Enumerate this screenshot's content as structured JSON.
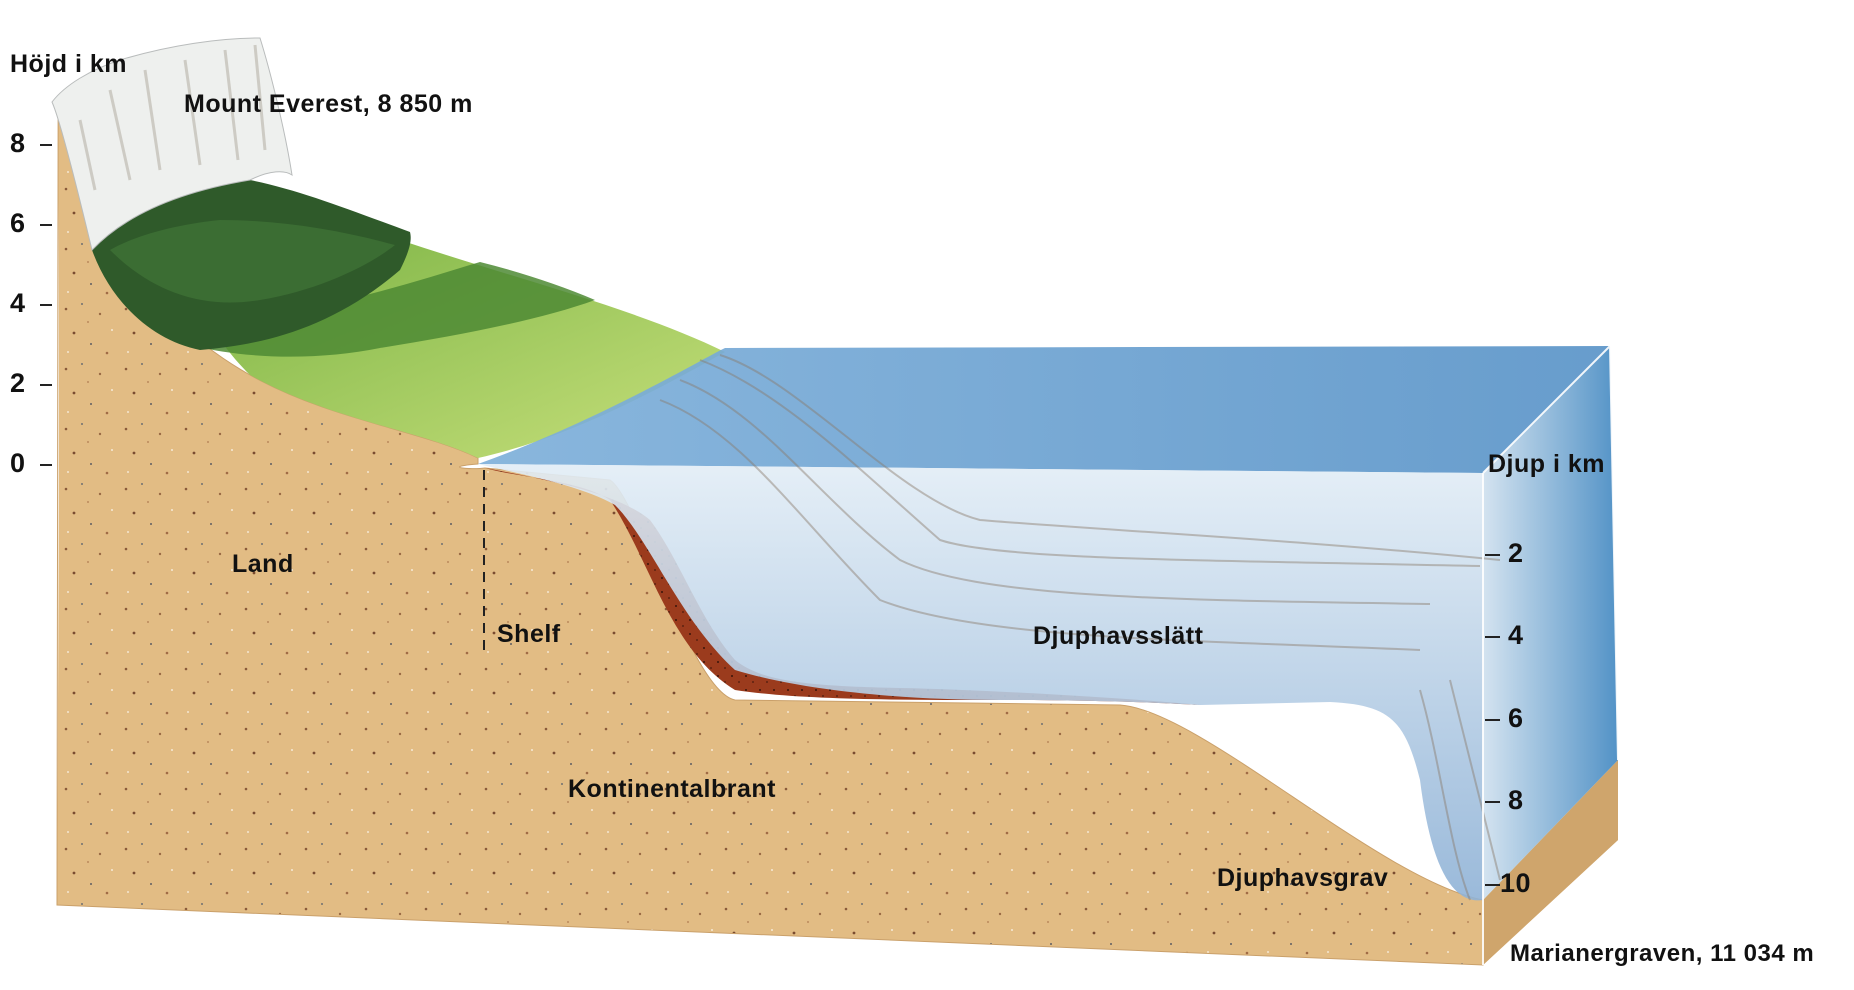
{
  "elevation_axis": {
    "title": "Höjd i km",
    "ticks": [
      "8",
      "6",
      "4",
      "2",
      "0"
    ]
  },
  "depth_axis": {
    "title": "Djup i km",
    "ticks": [
      "2",
      "4",
      "6",
      "8",
      "10"
    ]
  },
  "labels": {
    "everest": "Mount Everest, 8 850 m",
    "land": "Land",
    "shelf": "Shelf",
    "slope": "Kontinentalbrant",
    "plain": "Djuphavsslätt",
    "trench": "Djuphavsgrav",
    "mariana": "Marianergraven, 11 034 m"
  },
  "colors": {
    "land_fill": "#e2bc84",
    "grass": "#a6c95a",
    "forest": "#2f5a2a",
    "snow": "#eef0ee",
    "sediment": "#9a3a1e",
    "sea_top": "#6c9ed0",
    "sea_front": "#a9c6e0"
  }
}
